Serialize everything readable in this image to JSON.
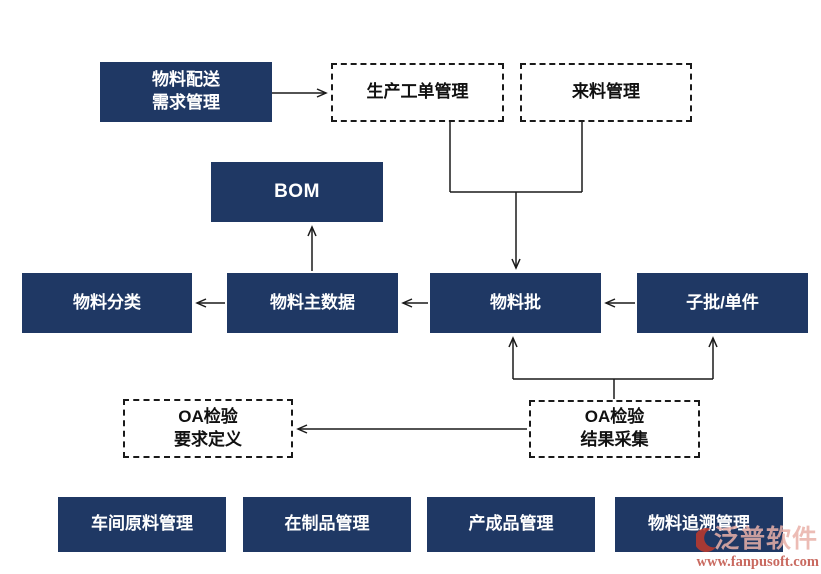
{
  "colors": {
    "node_fill": "#1F3864",
    "node_text": "#FFFFFF",
    "dashed_border": "#1A1A1A",
    "dashed_text": "#111111",
    "line": "#1A1A1A",
    "watermark_red": "#C96A60"
  },
  "nodes": {
    "material_distribution": {
      "line1": "物料配送",
      "line2": "需求管理"
    },
    "production_workorder": {
      "label": "生产工单管理"
    },
    "incoming_material": {
      "label": "来料管理"
    },
    "bom": {
      "label": "BOM"
    },
    "material_category": {
      "label": "物料分类"
    },
    "material_master": {
      "label": "物料主数据"
    },
    "material_batch": {
      "label": "物料批"
    },
    "sub_batch": {
      "label": "子批/单件"
    },
    "oa_requirement": {
      "line1": "OA检验",
      "line2": "要求定义"
    },
    "oa_result": {
      "line1": "OA检验",
      "line2": "结果采集"
    },
    "workshop_raw": {
      "label": "车间原料管理"
    },
    "wip": {
      "label": "在制品管理"
    },
    "finished_product": {
      "label": "产成品管理"
    },
    "material_trace": {
      "label": "物料追溯管理"
    }
  },
  "watermark": {
    "logo_text": "泛普软件",
    "url": "www.fanpusoft.com"
  }
}
